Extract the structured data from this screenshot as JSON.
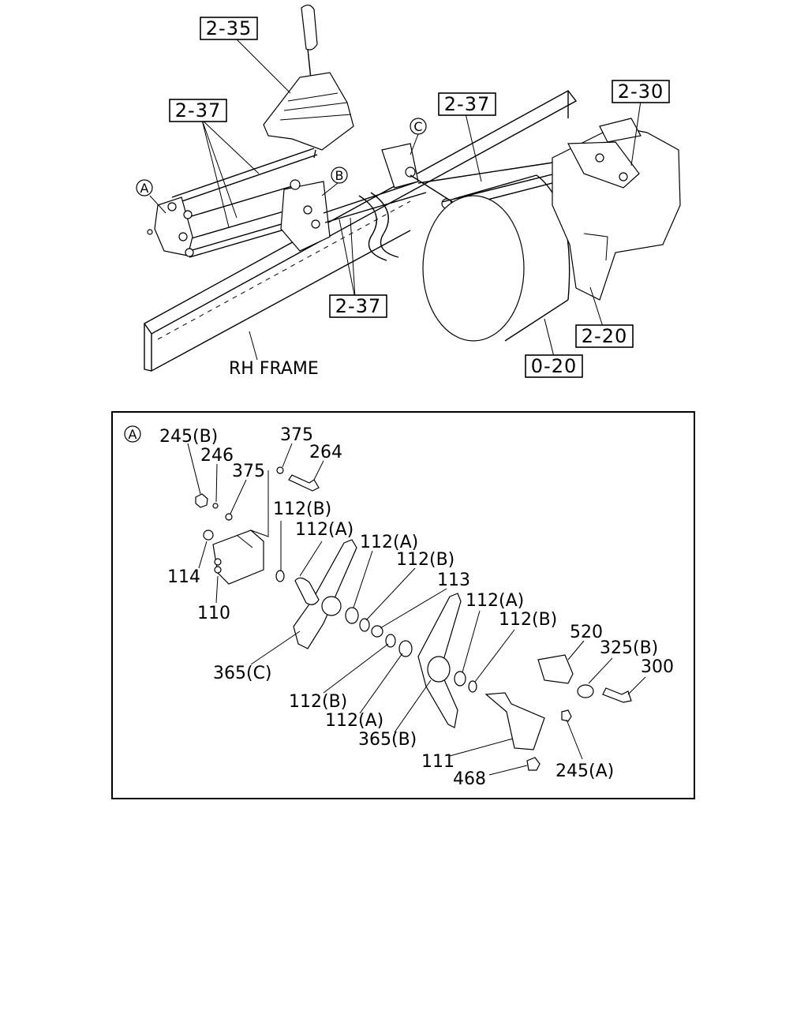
{
  "overview": {
    "ref_boxes": [
      "2-35",
      "2-37",
      "2-37",
      "2-30",
      "2-37",
      "2-20",
      "0-20"
    ],
    "frame_label": "RH FRAME",
    "detail_markers": [
      "A",
      "B",
      "C"
    ]
  },
  "detail_a": {
    "marker": "A",
    "labels": [
      "245(B)",
      "246",
      "375",
      "375",
      "264",
      "112(B)",
      "112(A)",
      "112(A)",
      "112(B)",
      "113",
      "114",
      "110",
      "365(C)",
      "112(A)",
      "112(B)",
      "520",
      "325(B)",
      "300",
      "112(B)",
      "112(A)",
      "365(B)",
      "111",
      "468",
      "245(A)"
    ]
  }
}
